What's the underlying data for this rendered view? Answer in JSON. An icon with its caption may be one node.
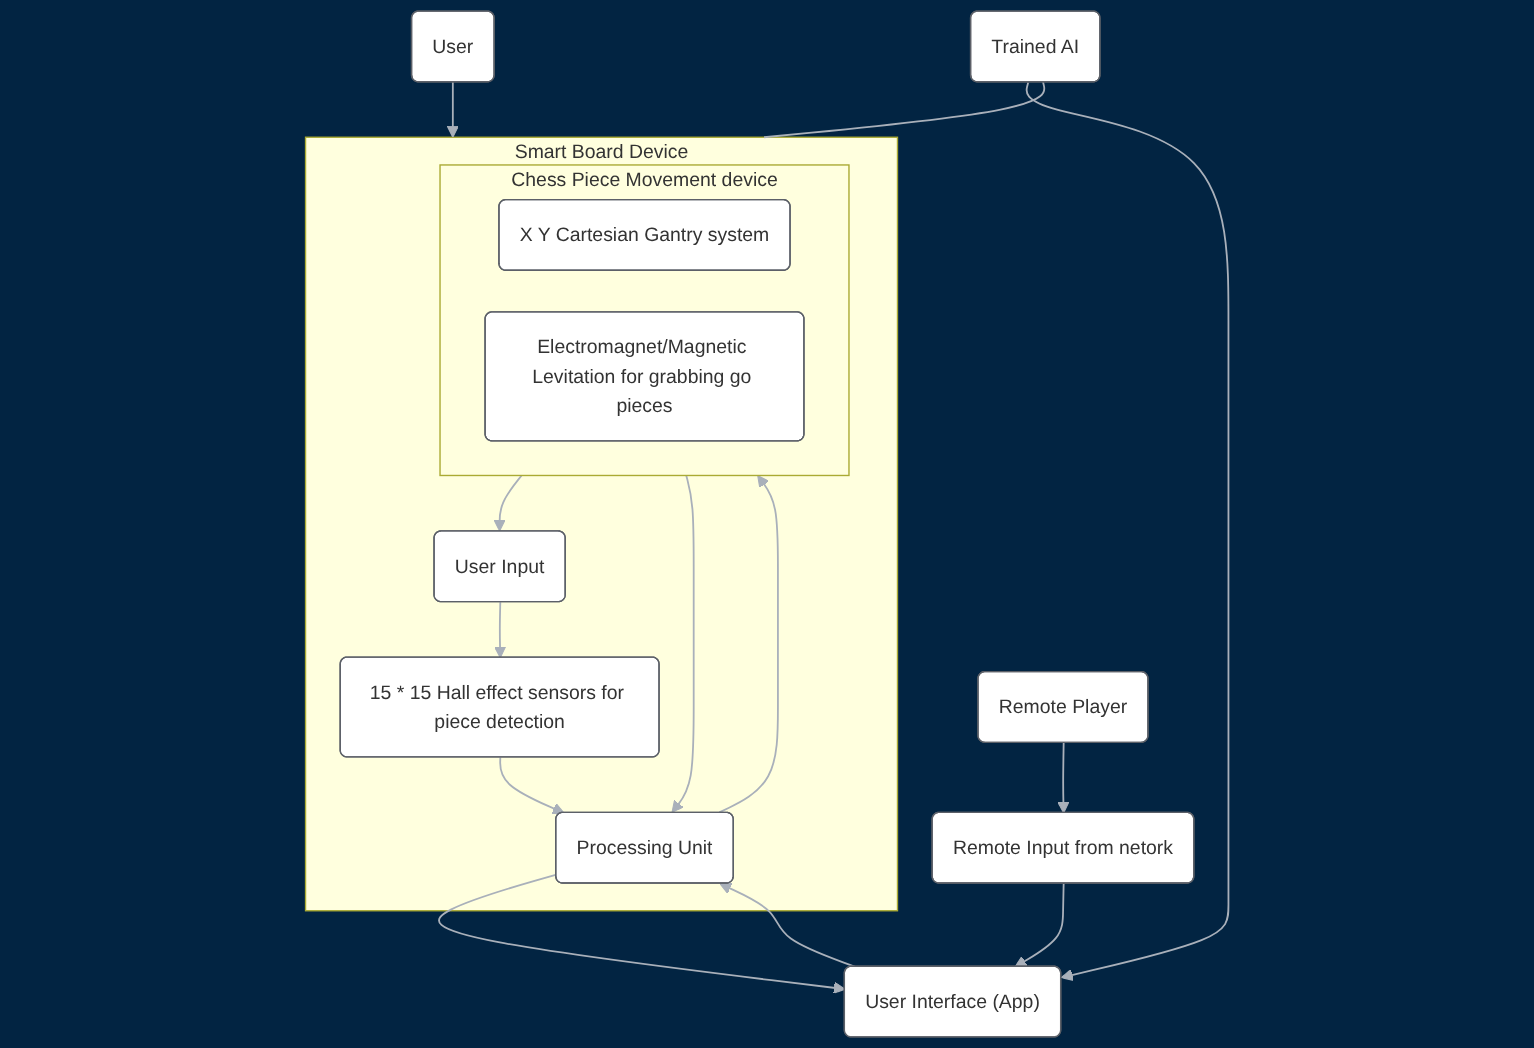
{
  "diagram": {
    "nodes": [
      {
        "text": [
          "User"
        ]
      },
      {
        "text": [
          "Smart Board Device"
        ]
      },
      {
        "text": [
          "User Input"
        ],
        "in": 1
      },
      {
        "text": [
          "15 * 15 Hall effect sensors for piece detection"
        ],
        "in": 1
      },
      {
        "text": [
          "Chess Piece Movement device"
        ],
        "in": 1
      },
      {
        "text": [
          "X Y Cartesian Gantry system"
        ],
        "in": 4
      },
      {
        "text": [
          "Electromagnet/Magnetic Levitation for grabbing go pieces"
        ],
        "in": 4
      },
      {
        "text": [
          "Processing Unit"
        ],
        "in": 1
      },
      {
        "text": [
          "Remote Player"
        ]
      },
      {
        "text": [
          "Remote Input from netork"
        ]
      },
      {
        "text": [
          "User Interface (App)"
        ]
      },
      {
        "text": [
          "Trained AI"
        ]
      }
    ],
    "edges": [
      {
        "from": 0,
        "to": 1,
        "arrow": "to"
      },
      {
        "from": 2,
        "to": 3,
        "arrow": "to"
      },
      {
        "from": 4,
        "to": 2,
        "arrow": "to"
      },
      {
        "from": 3,
        "to": 7,
        "arrow": "to"
      },
      {
        "from": 4,
        "to": 7,
        "arrow": "to"
      },
      {
        "from": 7,
        "to": 4,
        "arrow": "to"
      },
      {
        "from": 7,
        "to": 10,
        "arrow": "to"
      },
      {
        "from": 10,
        "to": 7,
        "arrow": "to"
      },
      {
        "from": 11,
        "to": 10,
        "arrow": "to"
      },
      {
        "from": 8,
        "to": 9,
        "arrow": "to"
      },
      {
        "from": 9,
        "to": 10,
        "arrow": "to"
      },
      {
        "from": 11,
        "to": 1,
        "arrow": "none"
      }
    ]
  }
}
